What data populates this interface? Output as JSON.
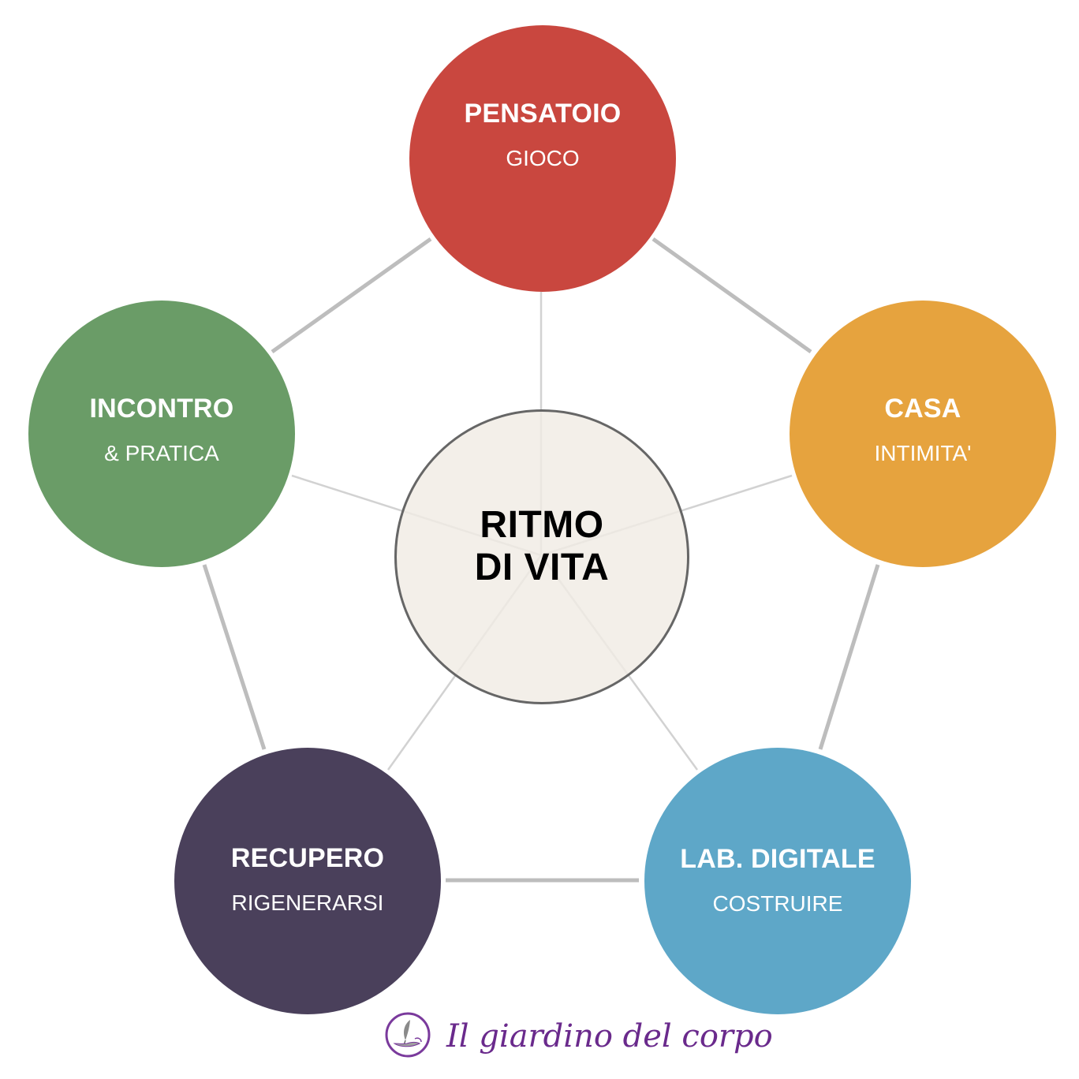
{
  "center": {
    "title": "RITMO\nDI VITA"
  },
  "nodes": [
    {
      "id": "pensatoio",
      "title": "PENSATOIO",
      "subtitle": "GIOCO",
      "color": "#c9473f"
    },
    {
      "id": "casa",
      "title": "CASA",
      "subtitle": "INTIMITA'",
      "color": "#e6a33e"
    },
    {
      "id": "lab-digitale",
      "title": "LAB. DIGITALE",
      "subtitle": "COSTRUIRE",
      "color": "#5ea7c8"
    },
    {
      "id": "recupero",
      "title": "RECUPERO",
      "subtitle": "RIGENERARSI",
      "color": "#4a405b"
    },
    {
      "id": "incontro",
      "title": "INCONTRO",
      "subtitle": "& PRATICA",
      "color": "#6a9c67"
    }
  ],
  "colors": {
    "outer_line": "#bdbdbd",
    "inner_line": "#d2d2d2",
    "center_border": "#666666",
    "brand": "#6a2a8c"
  },
  "icon": "feather-in-hand-logo-icon",
  "brand": {
    "text": "Il giardino del corpo"
  }
}
